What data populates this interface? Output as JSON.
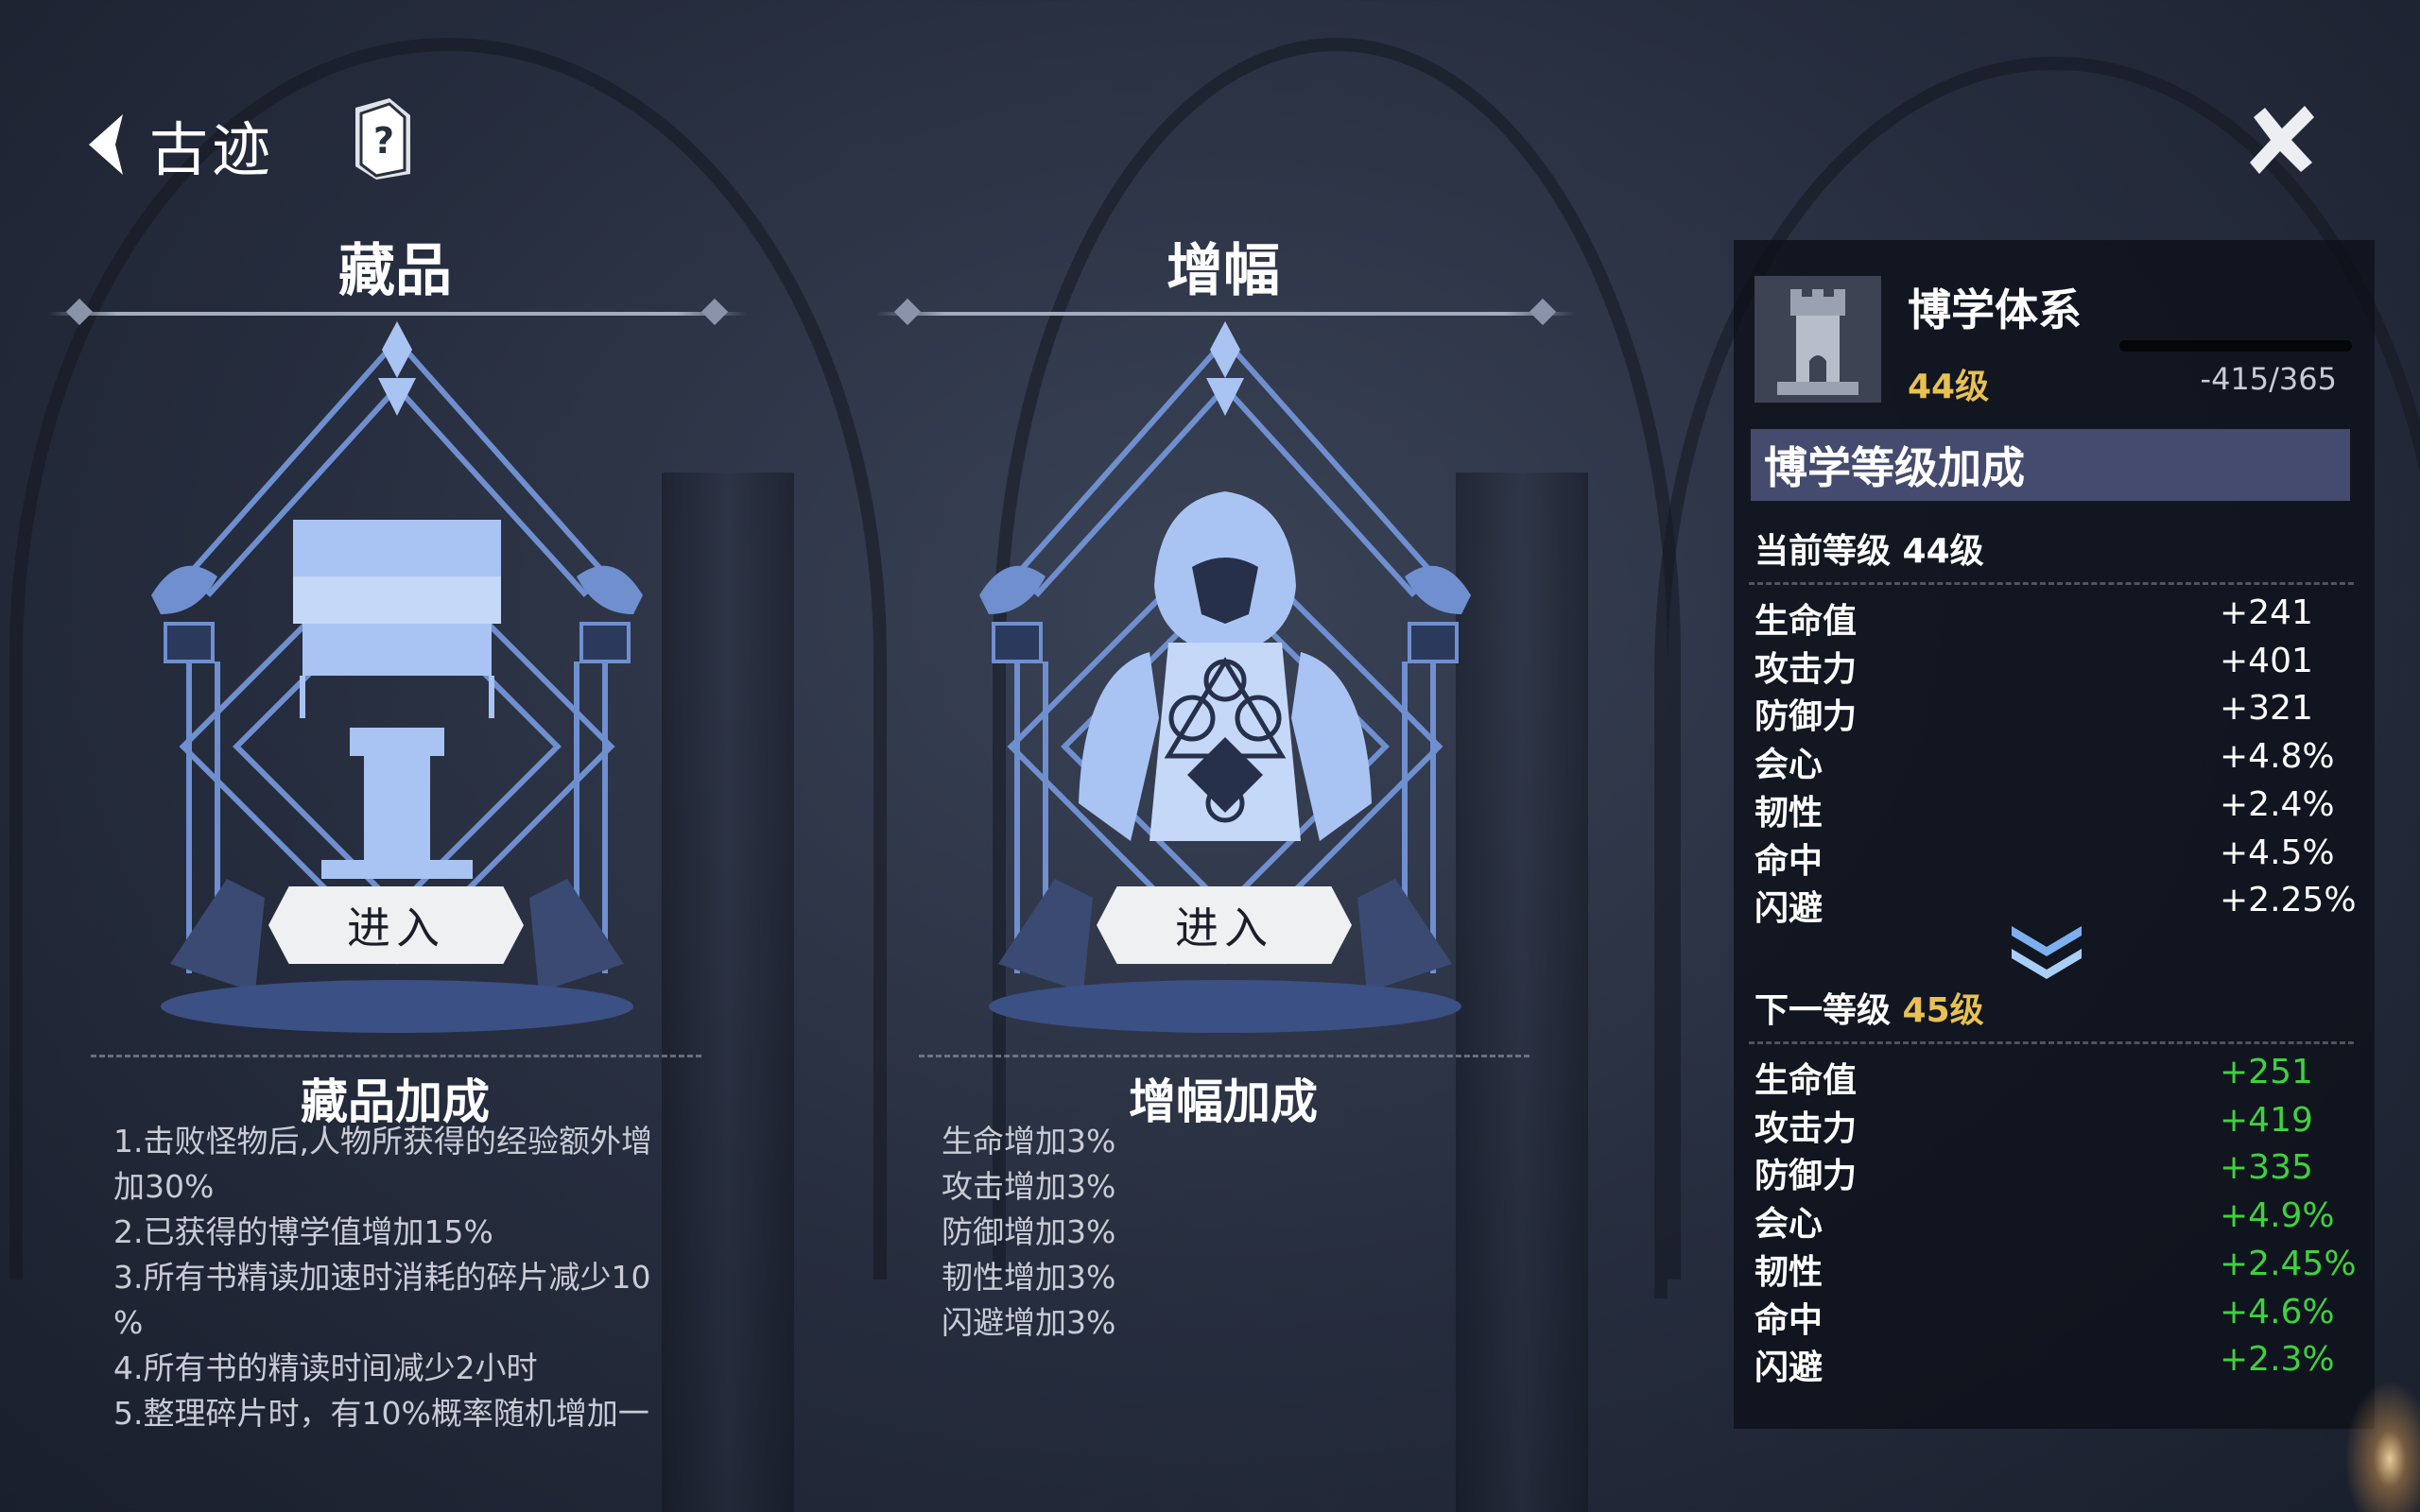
{
  "header": {
    "title": "古迹"
  },
  "collection": {
    "title": "藏品",
    "enter_label": "进入",
    "bonus_title": "藏品加成",
    "bonus_lines": [
      "1.击败怪物后,人物所获得的经验额外增",
      "加30%",
      "2.已获得的博学值增加15%",
      "3.所有书精读加速时消耗的碎片减少10",
      "%",
      "4.所有书的精读时间减少2小时",
      "5.整理碎片时，有10%概率随机增加一"
    ]
  },
  "amplify": {
    "title": "增幅",
    "enter_label": "进入",
    "bonus_title": "增幅加成",
    "bonus_lines": [
      "生命增加3%",
      "攻击增加3%",
      "防御增加3%",
      "韧性增加3%",
      "闪避增加3%"
    ]
  },
  "panel": {
    "system_name": "博学体系",
    "level": "44级",
    "exp": "-415/365",
    "exp_fraction": 0,
    "band_title": "博学等级加成",
    "current_label": "当前等级 44级",
    "next_label_prefix": "下一等级 ",
    "next_label_level": "45级",
    "current_stats": [
      {
        "name": "生命值",
        "value": "+241"
      },
      {
        "name": "攻击力",
        "value": "+401"
      },
      {
        "name": "防御力",
        "value": "+321"
      },
      {
        "name": "会心",
        "value": "+4.8%"
      },
      {
        "name": "韧性",
        "value": "+2.4%"
      },
      {
        "name": "命中",
        "value": "+4.5%"
      },
      {
        "name": "闪避",
        "value": "+2.25%"
      }
    ],
    "next_stats": [
      {
        "name": "生命值",
        "value": "+251"
      },
      {
        "name": "攻击力",
        "value": "+419"
      },
      {
        "name": "防御力",
        "value": "+335"
      },
      {
        "name": "会心",
        "value": "+4.9%"
      },
      {
        "name": "韧性",
        "value": "+2.45%"
      },
      {
        "name": "命中",
        "value": "+4.6%"
      },
      {
        "name": "闪避",
        "value": "+2.3%"
      }
    ]
  },
  "colors": {
    "gold": "#e8c152",
    "green": "#3fd13f",
    "band": "#454b6e",
    "shrine": "#a9c4f2"
  },
  "icons": {
    "back": "back-arrow-icon",
    "help": "help-book-icon",
    "close": "close-x-icon",
    "chevron": "double-chevron-down-icon"
  }
}
